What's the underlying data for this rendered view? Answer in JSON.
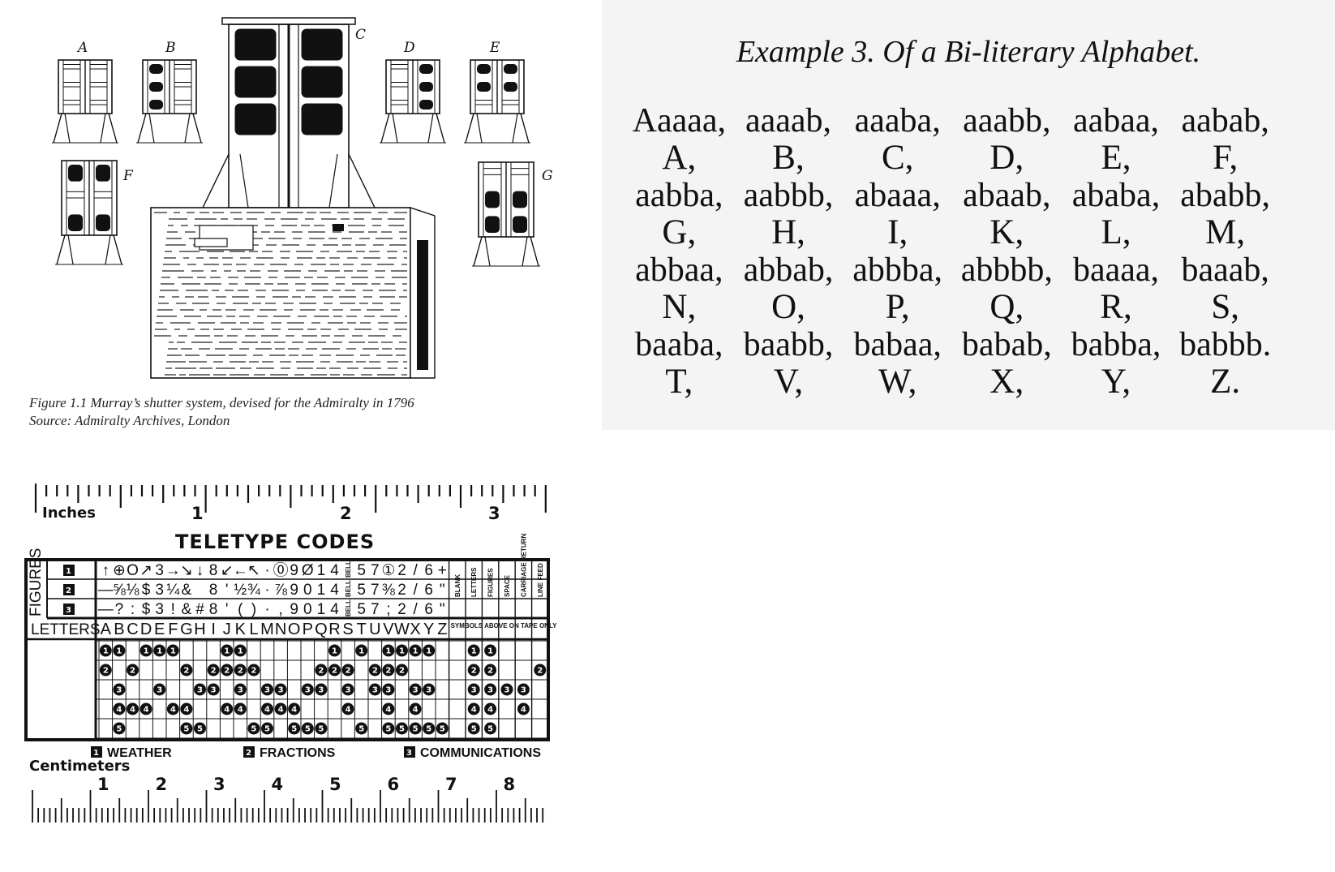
{
  "shutter_figure": {
    "station_labels": [
      "A",
      "B",
      "C",
      "D",
      "E",
      "F",
      "G"
    ],
    "caption_line1": "Figure 1.1    Murray’s shutter system, devised for the Admiralty in 1796",
    "caption_line2": "Source: Admiralty Archives, London"
  },
  "alphabet": {
    "title": "Example 3. Of a Bi-literary Alphabet.",
    "rows": [
      {
        "codes": [
          "Aaaaa,",
          "aaaab,",
          "aaaba,",
          "aaabb,",
          "aabaa,",
          "aabab,"
        ],
        "letters": [
          "A,",
          "B,",
          "C,",
          "D,",
          "E,",
          "F,"
        ]
      },
      {
        "codes": [
          "aabba,",
          "aabbb,",
          "abaaa,",
          "abaab,",
          "ababa,",
          "ababb,"
        ],
        "letters": [
          "G,",
          "H,",
          "I,",
          "K,",
          "L,",
          "M,"
        ]
      },
      {
        "codes": [
          "abbaa,",
          "abbab,",
          "abbba,",
          "abbbb,",
          "baaaa,",
          "baaab,"
        ],
        "letters": [
          "N,",
          "O,",
          "P,",
          "Q,",
          "R,",
          "S,"
        ]
      },
      {
        "codes": [
          "baaba,",
          "baabb,",
          "babaa,",
          "babab,",
          "babba,",
          "babbb."
        ],
        "letters": [
          "T,",
          "V,",
          "W,",
          "X,",
          "Y,",
          "Z."
        ]
      }
    ]
  },
  "teletype": {
    "title": "TELETYPE CODES",
    "inches_label": "Inches",
    "inch_numbers": [
      "1",
      "2",
      "3"
    ],
    "centimeters_label": "Centimeters",
    "cm_numbers": [
      "1",
      "2",
      "3",
      "4",
      "5",
      "6",
      "7",
      "8"
    ],
    "figures_label": "FIGURES",
    "letters_label": "LETTERS",
    "letters": [
      "A",
      "B",
      "C",
      "D",
      "E",
      "F",
      "G",
      "H",
      "I",
      "J",
      "K",
      "L",
      "M",
      "N",
      "O",
      "P",
      "Q",
      "R",
      "S",
      "T",
      "U",
      "V",
      "W",
      "X",
      "Y",
      "Z"
    ],
    "row_numbers": [
      "1",
      "2",
      "3"
    ],
    "figures_rows": [
      [
        "↑",
        "⊕",
        "O",
        "↗",
        "3",
        "→",
        "↘",
        "↓",
        "8",
        "↙",
        "←",
        "↖",
        "·",
        "⓪",
        "9",
        "Ø",
        "1",
        "4",
        "BELL",
        "5",
        "7",
        "①",
        "2",
        "/",
        "6",
        "+"
      ],
      [
        "—",
        "⅝",
        "⅛",
        "$",
        "3",
        "¼",
        "&",
        "",
        "8",
        "'",
        "½",
        "¾",
        "·",
        "⅞",
        "9",
        "0",
        "1",
        "4",
        "BELL",
        "5",
        "7",
        "⅜",
        "2",
        "/",
        "6",
        "\""
      ],
      [
        "—",
        "?",
        ":",
        "$",
        "3",
        "!",
        "&",
        "#",
        "8",
        "'",
        "(",
        ")",
        "·",
        ",",
        "9",
        "0",
        "1",
        "4",
        "BELL",
        "5",
        "7",
        ";",
        "2",
        "/",
        "6",
        "\""
      ]
    ],
    "special_columns": [
      "BLANK",
      "LETTERS",
      "FIGURES",
      "SPACE",
      "CARRIAGE RETURN",
      "LINE FEED"
    ],
    "symbols_note": "SYMBOLS ABOVE ON TAPE ONLY",
    "hole_rows": [
      "1 1 0 1 1 1 0 0 0 1 1 0 0 0 0 0 0 1 0 1 0 1 1 1 1 0",
      "1 0 1 0 0 0 1 0 1 1 1 1 0 0 0 0 1 1 1 0 1 1 1 0 0 0",
      "0 1 0 0 1 0 0 1 1 0 1 0 1 1 0 1 1 0 1 0 1 1 0 1 1 0",
      "0 1 1 1 0 1 1 0 0 1 1 0 1 1 1 0 0 0 1 0 0 1 0 1 0 0",
      "0 1 0 0 0 0 1 1 0 0 0 1 1 0 1 1 1 0 0 1 0 1 1 1 1 1"
    ],
    "special_holes": [
      "0 1 1 0 0 0",
      "0 1 1 0 0 1",
      "0 1 1 1 1 0",
      "0 1 1 0 1 0",
      "0 1 1 0 0 0"
    ],
    "legend": [
      {
        "num": "1",
        "label": "WEATHER"
      },
      {
        "num": "2",
        "label": "FRACTIONS"
      },
      {
        "num": "3",
        "label": "COMMUNICATIONS"
      }
    ]
  }
}
